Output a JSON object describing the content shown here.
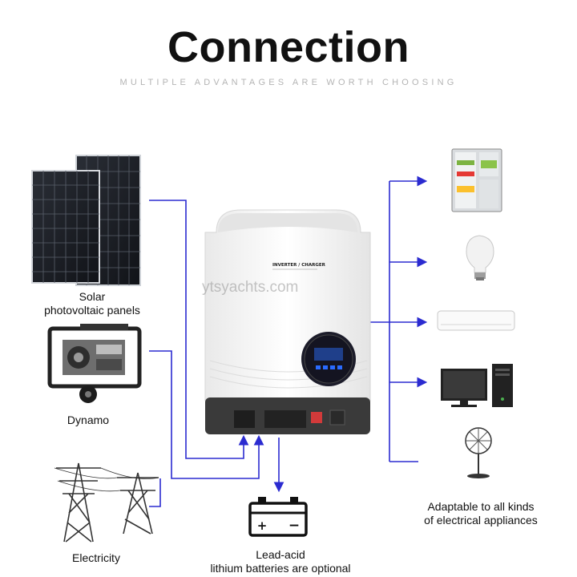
{
  "title": "Connection",
  "subtitle": "MULTIPLE ADVANTAGES ARE WORTH CHOOSING",
  "watermark": "ytsyachts.com",
  "device": {
    "brand_label": "INVERTER / CHARGER"
  },
  "sources": [
    {
      "label_line1": "Solar",
      "label_line2": "photovoltaic panels",
      "icon": "solar-panel-icon"
    },
    {
      "label_line1": "Dynamo",
      "label_line2": "",
      "icon": "generator-icon"
    },
    {
      "label_line1": "Electricity",
      "label_line2": "",
      "icon": "power-tower-icon"
    }
  ],
  "battery": {
    "label_line1": "Lead-acid",
    "label_line2": "lithium batteries are optional",
    "icon": "battery-icon",
    "minus": "−",
    "plus": "+"
  },
  "appliances": {
    "label_line1": "Adaptable to all kinds",
    "label_line2": "of electrical appliances",
    "items": [
      "fridge-icon",
      "light-bulb-icon",
      "air-conditioner-icon",
      "computer-icon",
      "fan-icon"
    ]
  },
  "colors": {
    "line": "#2b2bd0",
    "device_body": "#f4f4f4",
    "device_base": "#3a3a3a"
  }
}
